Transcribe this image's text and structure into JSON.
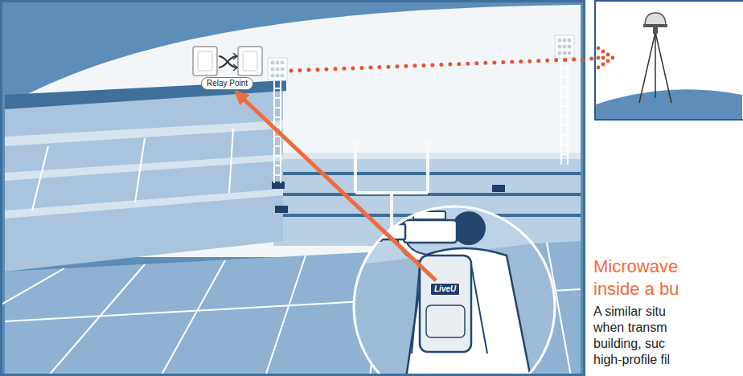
{
  "diagram": {
    "title": "Microwave inside a bu",
    "nodes": [
      {
        "text": [
          "Relay Point"
        ]
      },
      {
        "text": [
          "LiveU"
        ]
      }
    ],
    "edges": [
      {
        "from": 1,
        "to": 0,
        "arrow": "to"
      }
    ],
    "labels": [
      "A similar situ when transm building, suc high-profile fil"
    ]
  }
}
